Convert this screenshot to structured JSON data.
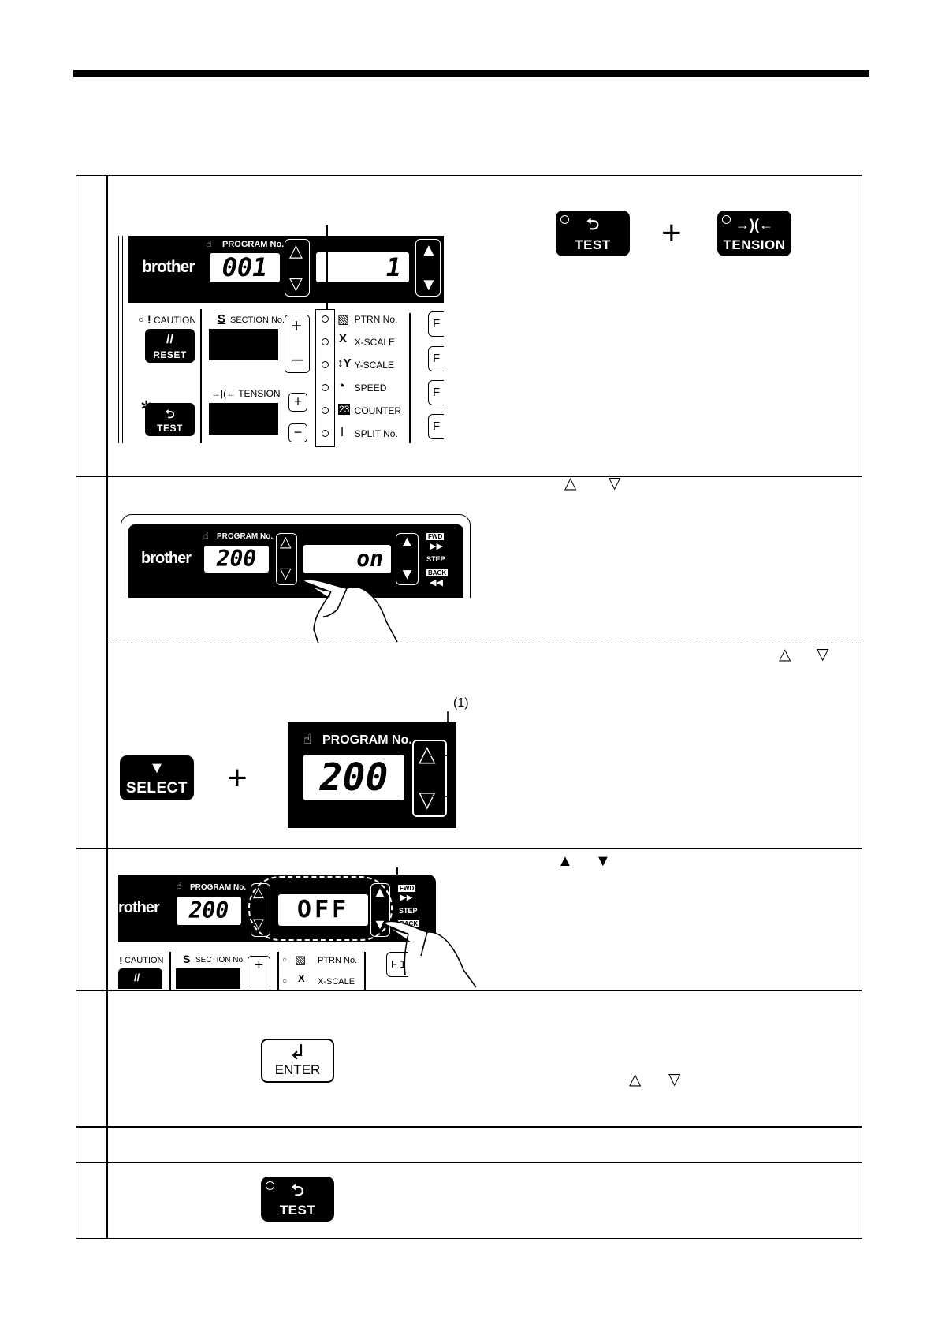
{
  "keys": {
    "test": "TEST",
    "tension": "TENSION",
    "select": "SELECT",
    "enter": "ENTER",
    "reset": "RESET"
  },
  "plus_sign": "+",
  "panel1": {
    "brand": "brother",
    "program_label": "PROGRAM No.",
    "program_value": "001",
    "right_value": "1",
    "caution_label": "CAUTION",
    "section_label": "SECTION No.",
    "tension_label": "→|(← TENSION",
    "led_items": [
      "PTRN No.",
      "X-SCALE",
      "Y-SCALE",
      "SPEED",
      "COUNTER",
      "SPLIT No."
    ],
    "f_key": "F"
  },
  "panel2": {
    "brand": "brother",
    "program_label": "PROGRAM No.",
    "program_value": "200",
    "right_value": "on",
    "fwd": "FWD",
    "step": "STEP",
    "back": "BACK"
  },
  "panel3": {
    "program_label": "PROGRAM No.",
    "program_value": "200",
    "callout": "(1)"
  },
  "panel4": {
    "brand": "rother",
    "program_label": "PROGRAM No.",
    "program_value": "200",
    "right_value": "OFF",
    "fwd": "FWD",
    "step": "STEP",
    "back": "BACK",
    "caution_label": "CAUTION",
    "section_label": "SECTION No.",
    "ptrn": "PTRN No.",
    "xscale": "X-SCALE",
    "f1": "F 1"
  },
  "arrows": {
    "up_outline": "△",
    "down_outline": "▽",
    "up_filled": "▲",
    "down_filled": "▼"
  }
}
